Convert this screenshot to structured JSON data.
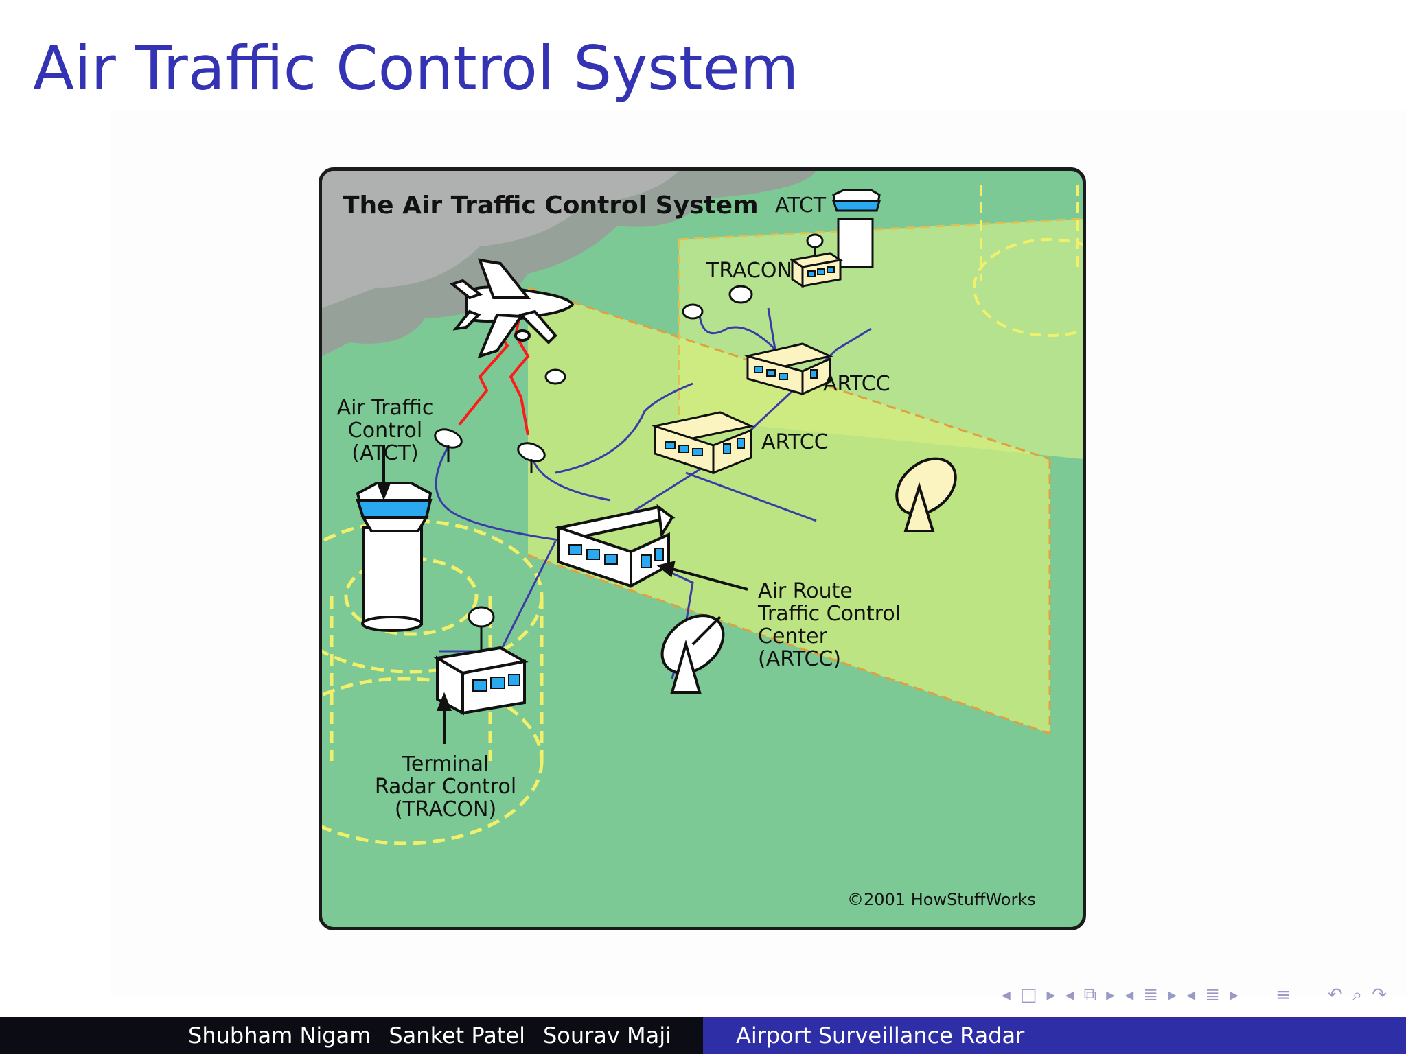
{
  "slide": {
    "title": "Air Traffic Control System"
  },
  "diagram": {
    "heading": "The Air Traffic Control System",
    "labels": {
      "atct_top": "ATCT",
      "tracon_top": "TRACON",
      "artcc_upper": "ARTCC",
      "artcc_middle": "ARTCC",
      "atct_line1": "Air Traffic",
      "atct_line2": "Control",
      "atct_line3": "(ATCT)",
      "artcc_line1": "Air Route",
      "artcc_line2": "Traffic Control",
      "artcc_line3": "Center",
      "artcc_line4": "(ARTCC)",
      "tracon_line1": "Terminal",
      "tracon_line2": "Radar Control",
      "tracon_line3": "(TRACON)"
    },
    "copyright": "©2001 HowStuffWorks",
    "colors": {
      "ground": "#7dc995",
      "sector_plane": "#d8f07a",
      "dashed_rings": "#f0f060",
      "signal": "#ff1a1a",
      "cable": "#3b3ba8",
      "window": "#2aa8f0"
    }
  },
  "navigation": {
    "icons": [
      "nav-prev-frame-icon",
      "nav-frame-icon",
      "nav-next-frame-icon",
      "nav-prev-subsection-icon",
      "nav-subsection-icon",
      "nav-next-subsection-icon",
      "nav-prev-section-icon",
      "nav-section-icon",
      "nav-next-section-icon",
      "nav-outline-icon",
      "nav-undo-icon",
      "nav-find-icon",
      "nav-redo-icon"
    ]
  },
  "footer": {
    "authors": [
      "Shubham Nigam",
      "Sanket Patel",
      "Sourav Maji"
    ],
    "talk_title": "Airport Surveillance Radar"
  }
}
